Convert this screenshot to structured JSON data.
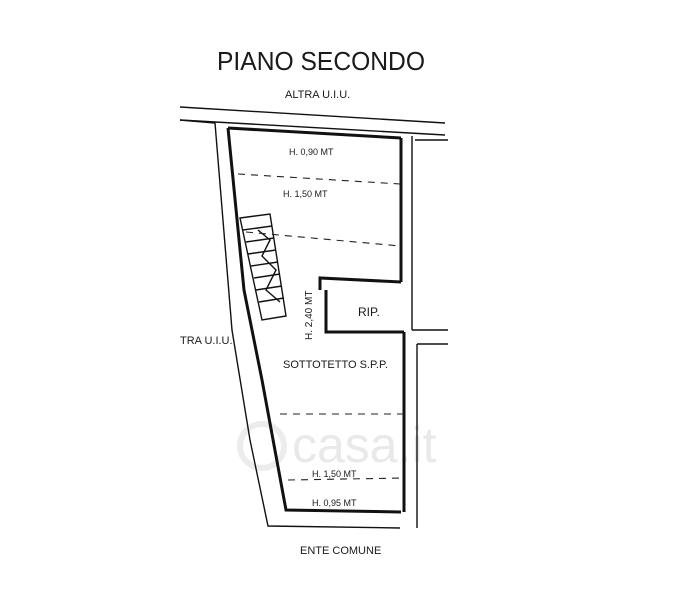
{
  "title": "PIANO SECONDO",
  "labels": {
    "top_neighbor": "ALTRA U.I.U.",
    "left_neighbor": "TRA U.I.U.",
    "bottom_neighbor": "ENTE COMUNE",
    "room_name": "SOTTOTETTO S.P.P.",
    "storage": "RIP.",
    "height_1": "H. 0,90 MT",
    "height_2": "H. 1,50 MT",
    "height_3": "H. 2,40 MT",
    "height_4": "H. 1,50 MT",
    "height_5": "H. 0,95 MT"
  },
  "watermark": "casa.it",
  "colors": {
    "ink": "#111111",
    "paper": "#ffffff",
    "watermark": "#e9e9e9"
  }
}
